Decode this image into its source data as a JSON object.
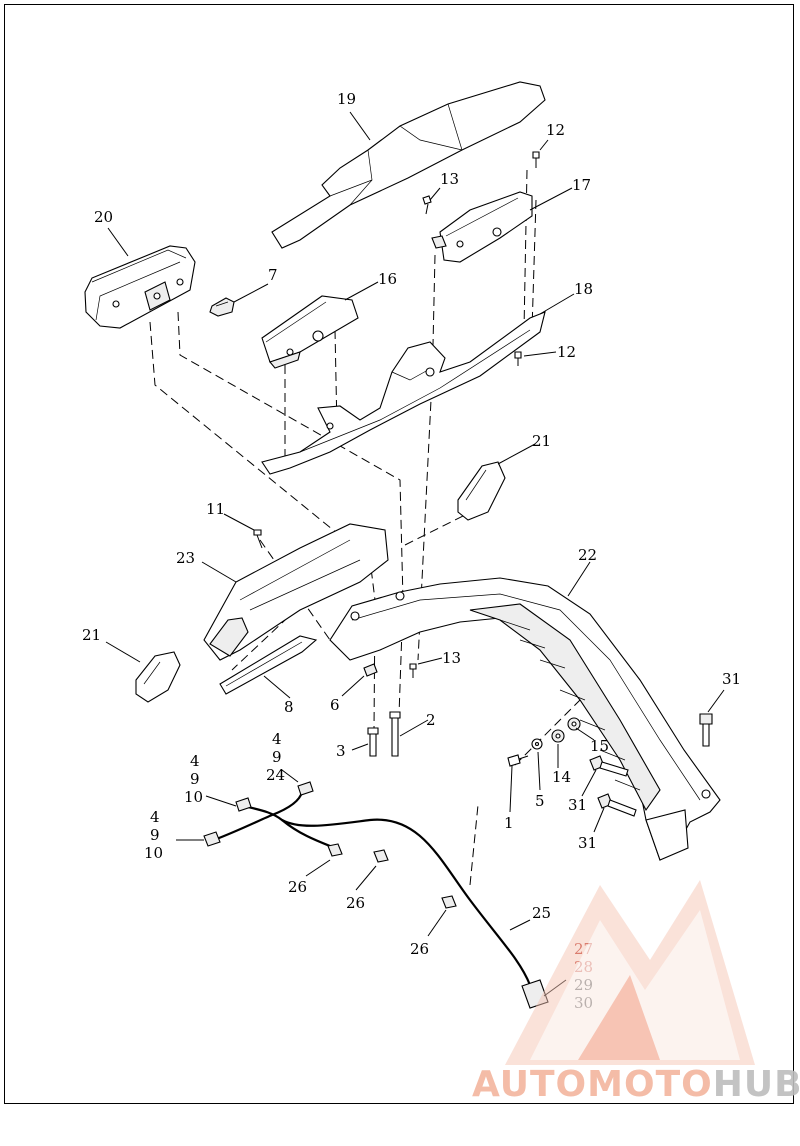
{
  "callouts": {
    "c1": "1",
    "c2": "2",
    "c3": "3",
    "c5": "5",
    "c6": "6",
    "c7": "7",
    "c8": "8",
    "c11": "11",
    "c12a": "12",
    "c12b": "12",
    "c13a": "13",
    "c13b": "13",
    "c14": "14",
    "c15": "15",
    "c16": "16",
    "c17": "17",
    "c18": "18",
    "c19": "19",
    "c20": "20",
    "c21a": "21",
    "c21b": "21",
    "c22": "22",
    "c23": "23",
    "c25": "25",
    "c26a": "26",
    "c26b": "26",
    "c26c": "26",
    "c31a": "31",
    "c31b": "31",
    "c31c": "31",
    "stackA": [
      "4",
      "9",
      "10"
    ],
    "stackB": [
      "4",
      "9",
      "24"
    ],
    "stackC": [
      "4",
      "9",
      "10"
    ],
    "stackD": [
      "27",
      "28",
      "29",
      "30"
    ]
  },
  "watermark": {
    "part1": "AUTO",
    "part2": "MOTO",
    "part3": "HUB",
    "color_red": "#f08a6a",
    "color_grey": "#a9a9a9"
  }
}
